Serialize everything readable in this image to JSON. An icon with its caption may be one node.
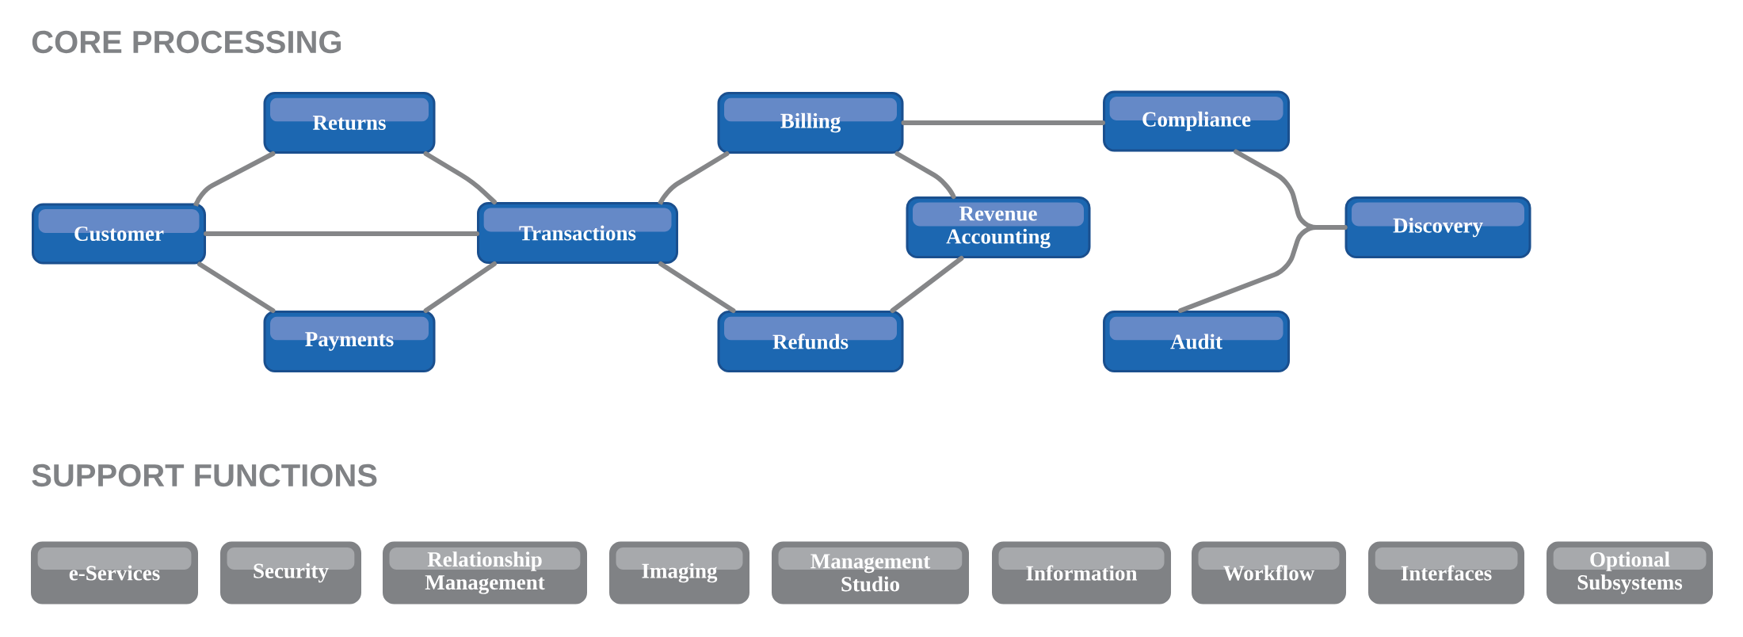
{
  "diagram": {
    "nodes": [
      {
        "text": [
          "Customer"
        ]
      },
      {
        "text": [
          "Returns"
        ]
      },
      {
        "text": [
          "Payments"
        ]
      },
      {
        "text": [
          "Transactions"
        ]
      },
      {
        "text": [
          "Billing"
        ]
      },
      {
        "text": [
          "Refunds"
        ]
      },
      {
        "text": [
          "Revenue Accounting"
        ]
      },
      {
        "text": [
          "Compliance"
        ]
      },
      {
        "text": [
          "Discovery"
        ]
      },
      {
        "text": [
          "Audit"
        ]
      },
      {
        "text": [
          "e-Services"
        ]
      },
      {
        "text": [
          "Security"
        ]
      },
      {
        "text": [
          "Relationship Management"
        ]
      },
      {
        "text": [
          "Imaging"
        ]
      },
      {
        "text": [
          "Management Studio"
        ]
      },
      {
        "text": [
          "Information"
        ]
      },
      {
        "text": [
          "Workflow"
        ]
      },
      {
        "text": [
          "Interfaces"
        ]
      },
      {
        "text": [
          "Optional Subsystems"
        ]
      }
    ],
    "edges": [
      {
        "from": 0,
        "to": 1,
        "arrow": "none"
      },
      {
        "from": 0,
        "to": 3,
        "arrow": "none"
      },
      {
        "from": 0,
        "to": 2,
        "arrow": "none"
      },
      {
        "from": 1,
        "to": 3,
        "arrow": "none"
      },
      {
        "from": 2,
        "to": 3,
        "arrow": "none"
      },
      {
        "from": 3,
        "to": 4,
        "arrow": "none"
      },
      {
        "from": 3,
        "to": 5,
        "arrow": "none"
      },
      {
        "from": 4,
        "to": 6,
        "arrow": "none"
      },
      {
        "from": 5,
        "to": 6,
        "arrow": "none"
      },
      {
        "from": 4,
        "to": 7,
        "arrow": "none"
      },
      {
        "from": 7,
        "to": 8,
        "arrow": "none"
      },
      {
        "from": 9,
        "to": 8,
        "arrow": "none"
      }
    ],
    "labels": [
      "CORE PROCESSING",
      "SUPPORT FUNCTIONS"
    ]
  }
}
